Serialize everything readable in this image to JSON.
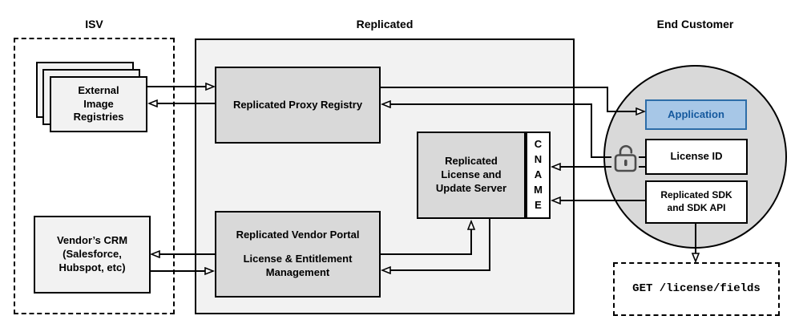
{
  "sections": {
    "isv": {
      "title": "ISV"
    },
    "replicated": {
      "title": "Replicated"
    },
    "end_customer": {
      "title": "End Customer"
    }
  },
  "nodes": {
    "external_registries": {
      "label": "External Image Registries"
    },
    "vendors_crm": {
      "label": "Vendor’s CRM (Salesforce, Hubspot, etc)"
    },
    "proxy_registry": {
      "label": "Replicated Proxy Registry"
    },
    "vendor_portal": {
      "title": "Replicated Vendor Portal",
      "subtitle": "License & Entitlement Management"
    },
    "license_update_server": {
      "label": "Replicated License and Update Server"
    },
    "cname": {
      "label": "CNAME"
    },
    "application": {
      "label": "Application"
    },
    "license_id": {
      "label": "License ID"
    },
    "replicated_sdk": {
      "label": "Replicated SDK and SDK API"
    },
    "get_license_fields": {
      "label": "GET /license/fields"
    }
  },
  "icons": {
    "lock": "open-padlock-icon"
  },
  "colors": {
    "container_gray": "#f2f2f2",
    "node_gray": "#d9d9d9",
    "application_fill": "#a7c7e7",
    "application_border": "#2d6da8",
    "application_text": "#15599e",
    "line_black": "#000000"
  }
}
